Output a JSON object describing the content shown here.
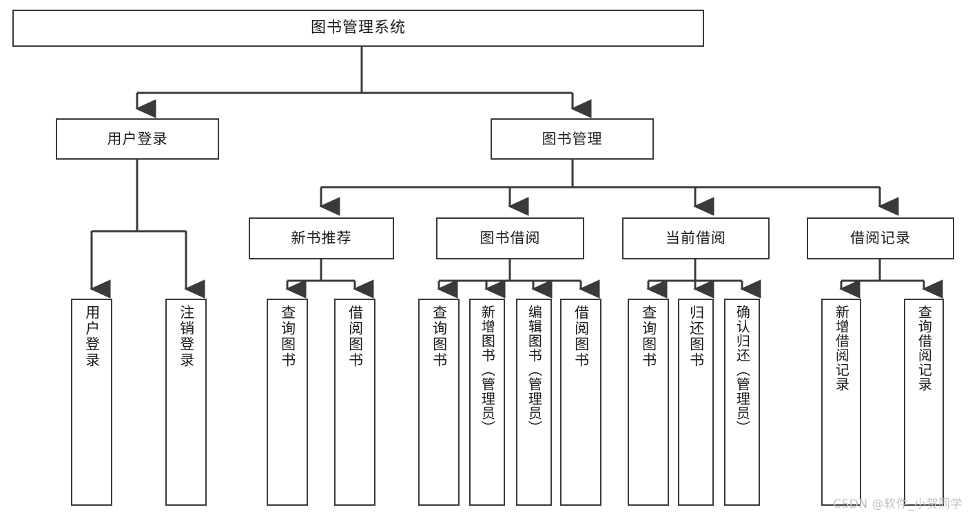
{
  "diagram": {
    "title": "图书管理系统",
    "type": "tree",
    "watermark": "CSDN @软件_小贺同学",
    "stroke_color": "#3a3a3a",
    "fill_color": "#ffffff",
    "text_color": "#1b1b1b",
    "watermark_color": "#c2c2c2"
  },
  "nodes": {
    "root": {
      "label": "图书管理系统",
      "level": 0
    },
    "l1": [
      {
        "id": "user_login",
        "label": "用户登录",
        "level": 1
      },
      {
        "id": "book_manage",
        "label": "图书管理",
        "level": 1
      }
    ],
    "l2": [
      {
        "id": "new_book_rec",
        "label": "新书推荐",
        "level": 2,
        "parent": "book_manage"
      },
      {
        "id": "book_borrow",
        "label": "图书借阅",
        "level": 2,
        "parent": "book_manage"
      },
      {
        "id": "current_borrow",
        "label": "当前借阅",
        "level": 2,
        "parent": "book_manage"
      },
      {
        "id": "borrow_record",
        "label": "借阅记录",
        "level": 2,
        "parent": "book_manage"
      }
    ],
    "leaves": [
      {
        "id": "leaf_user_login",
        "label": "用户登录",
        "parent": "user_login"
      },
      {
        "id": "leaf_user_logout",
        "label": "注销登录",
        "parent": "user_login"
      },
      {
        "id": "leaf_nbr_query",
        "label": "查询图书",
        "parent": "new_book_rec"
      },
      {
        "id": "leaf_nbr_borrow",
        "label": "借阅图书",
        "parent": "new_book_rec"
      },
      {
        "id": "leaf_bb_query",
        "label": "查询图书",
        "parent": "book_borrow"
      },
      {
        "id": "leaf_bb_add",
        "label": "新增图书（管理员）",
        "parent": "book_borrow"
      },
      {
        "id": "leaf_bb_edit",
        "label": "编辑图书（管理员）",
        "parent": "book_borrow"
      },
      {
        "id": "leaf_bb_borrow",
        "label": "借阅图书",
        "parent": "book_borrow"
      },
      {
        "id": "leaf_cb_query",
        "label": "查询图书",
        "parent": "current_borrow"
      },
      {
        "id": "leaf_cb_return",
        "label": "归还图书",
        "parent": "current_borrow"
      },
      {
        "id": "leaf_cb_confirm",
        "label": "确认归还（管理员）",
        "parent": "current_borrow"
      },
      {
        "id": "leaf_br_add",
        "label": "新增借阅记录",
        "parent": "borrow_record"
      },
      {
        "id": "leaf_br_query",
        "label": "查询借阅记录",
        "parent": "borrow_record"
      }
    ]
  }
}
